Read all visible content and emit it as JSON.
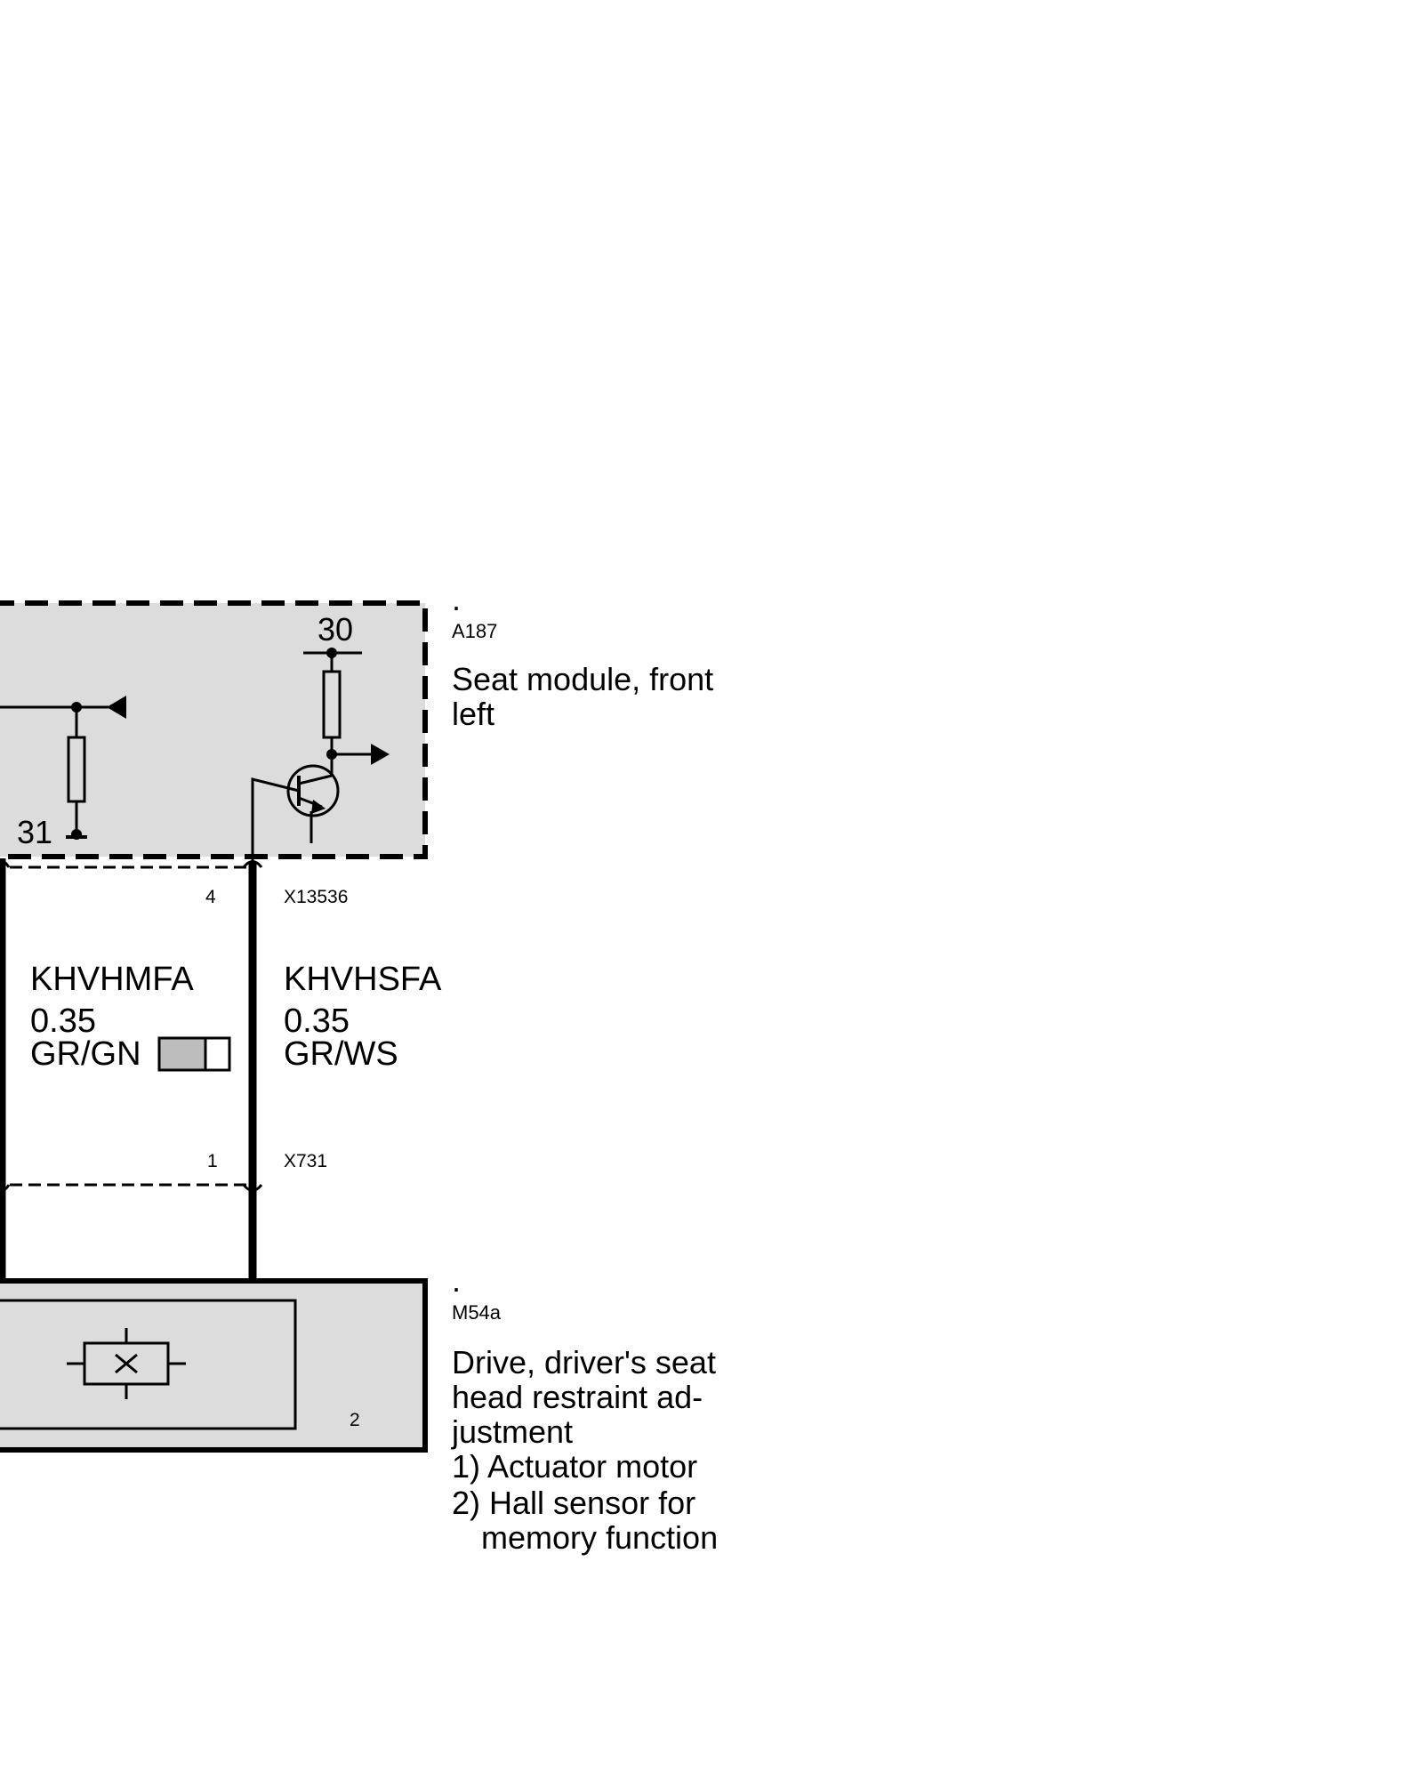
{
  "modules": {
    "seat_module": {
      "id": "A187",
      "marker": ".",
      "desc_lines": [
        "Seat module, front",
        "left"
      ],
      "terminal_30": "30",
      "terminal_31": "31"
    },
    "drive": {
      "id": "M54a",
      "marker": ".",
      "desc_lines": [
        "Drive, driver's seat",
        "head restraint ad-",
        "justment"
      ],
      "items": [
        "1) Actuator motor",
        "2) Hall sensor for",
        "memory function"
      ],
      "inner_label": "2"
    }
  },
  "connectors": {
    "upper": {
      "id": "X13536",
      "pin": "4"
    },
    "lower": {
      "id": "X731",
      "pin": "1"
    }
  },
  "wires": [
    {
      "name": "KHVHMFA",
      "size": "0.35",
      "color": "GR/GN"
    },
    {
      "name": "KHVHSFA",
      "size": "0.35",
      "color": "GR/WS"
    }
  ],
  "colors": {
    "fill": "#dcdcdc",
    "line": "#000000",
    "swatch": "#bdbdbd"
  }
}
